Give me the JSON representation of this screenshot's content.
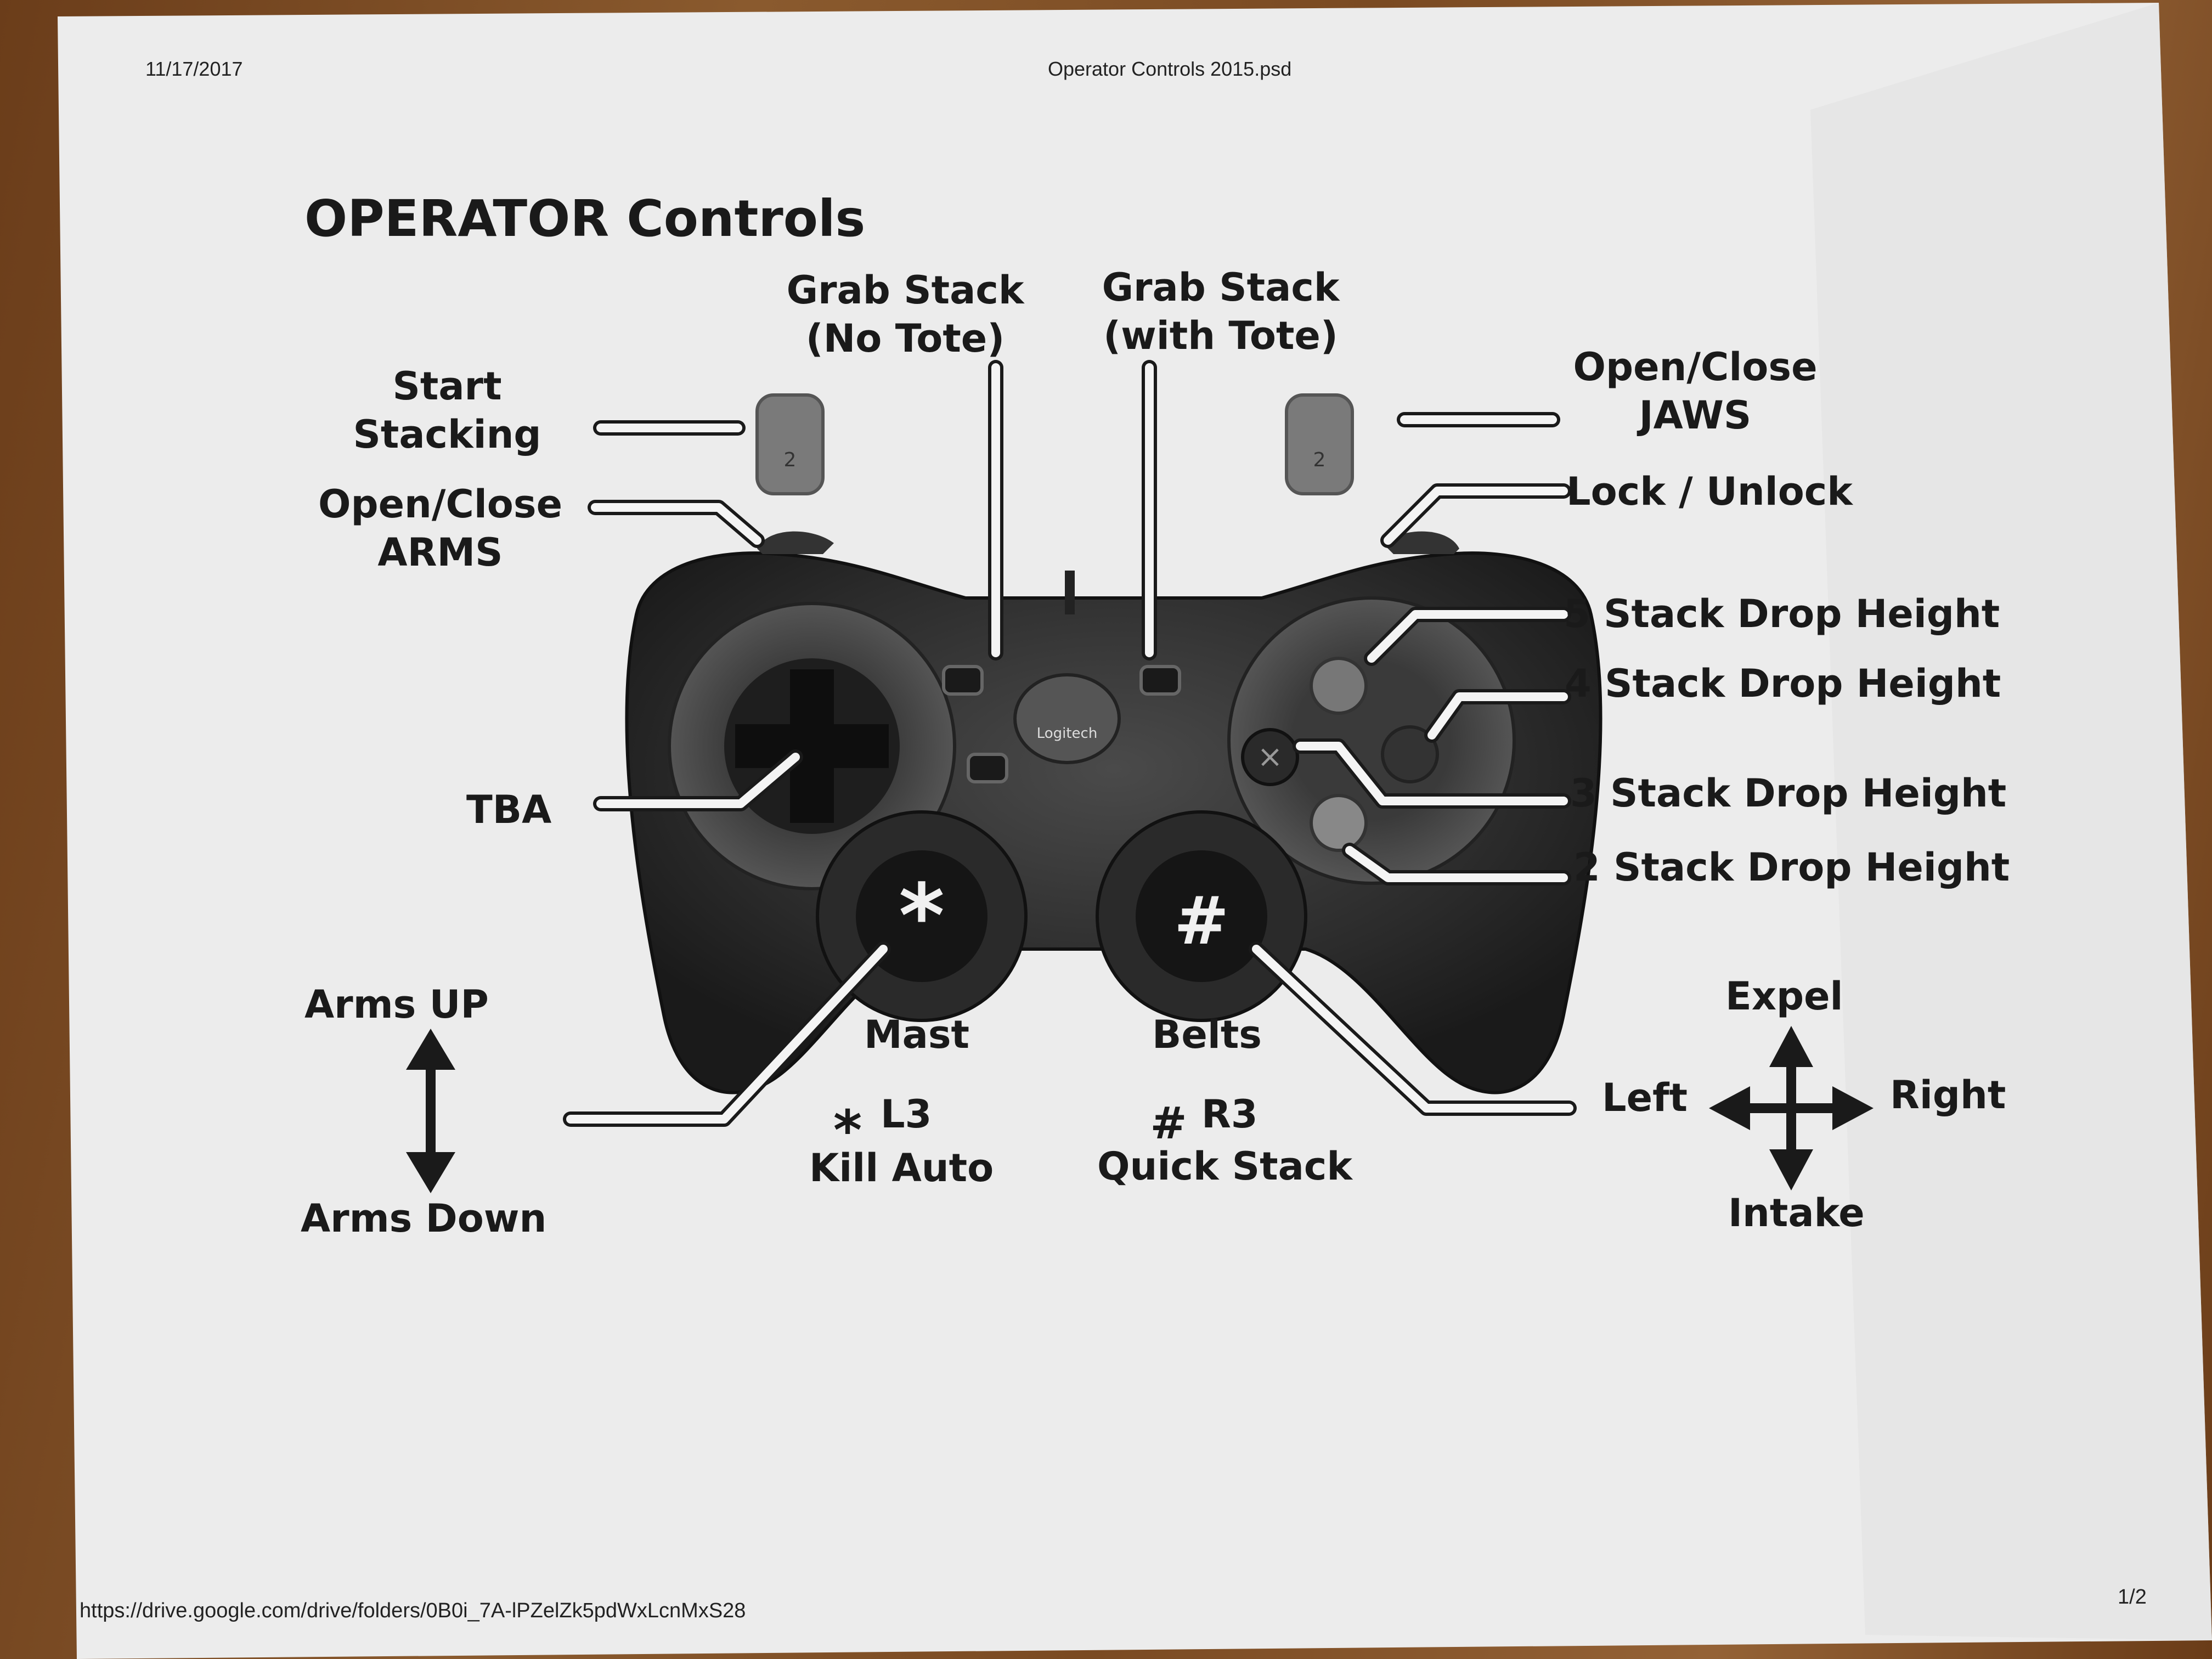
{
  "header": {
    "date": "11/17/2017",
    "doc_title": "Operator Controls 2015.psd"
  },
  "title": "OPERATOR Controls",
  "labels": {
    "grab_no_tote": "Grab Stack\n(No Tote)",
    "grab_with_tote": "Grab Stack\n(with Tote)",
    "start_stacking": "Start\nStacking",
    "open_close_arms": "Open/Close\nARMS",
    "open_close_jaws": "Open/Close\nJAWS",
    "lock_unlock": "Lock / Unlock",
    "stack5": "5 Stack Drop Height",
    "stack4": "4 Stack Drop Height",
    "stack3": "3 Stack Drop Height",
    "stack2": "2 Stack Drop Height",
    "tba": "TBA",
    "arms_up": "Arms UP",
    "arms_down": "Arms Down",
    "mast": "Mast",
    "belts": "Belts",
    "l3": "L3",
    "kill_auto": "Kill Auto",
    "r3": "R3",
    "quick_stack": "Quick Stack",
    "expel": "Expel",
    "left": "Left",
    "right": "Right",
    "intake": "Intake"
  },
  "controller": {
    "brand": "Logitech",
    "left_stick_symbol": "*",
    "right_stick_symbol": "#",
    "trigger_mark": "2"
  },
  "footer": {
    "url": "https://drive.google.com/drive/folders/0B0i_7A-lPZelZk5pdWxLcnMxS28",
    "page": "1/2"
  },
  "colors": {
    "paper": "#ebebeb",
    "ink": "#1a1a1a",
    "controller_body": "#2c2c2c",
    "wood": "#7a4a22"
  }
}
